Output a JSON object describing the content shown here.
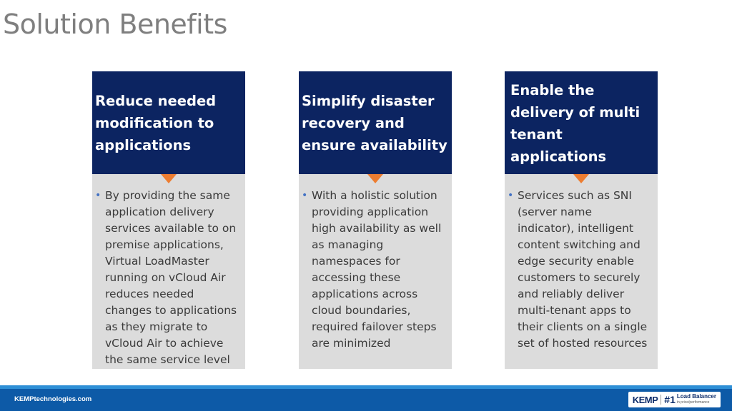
{
  "slide": {
    "title": "Solution Benefits"
  },
  "cards": [
    {
      "heading": "Reduce needed modification to applications",
      "bullet": "By providing the same application delivery services available to on premise applications, Virtual LoadMaster running on vCloud Air reduces needed changes to applications as they migrate to vCloud Air to achieve the same service level"
    },
    {
      "heading": "Simplify disaster recovery and ensure availability",
      "bullet": "With a holistic solution providing application high availability as well as managing namespaces for accessing  these applications across cloud boundaries, required failover steps are minimized"
    },
    {
      "heading": "Enable the delivery of multi tenant applications",
      "bullet": "Services such as SNI (server name indicator), intelligent content switching and edge security enable customers to securely and reliably deliver multi-tenant apps to their clients on a single set of hosted resources"
    }
  ],
  "footer": {
    "url": "KEMPtechnologies.com",
    "logo_brand": "KEMP",
    "logo_rank": "#1",
    "logo_product": "Load Balancer",
    "logo_tagline": "in price/performance"
  },
  "colors": {
    "card_header": "#0c2461",
    "card_body": "#dcdcdc",
    "arrow": "#ed7d31",
    "footer": "#0d5aa7"
  }
}
